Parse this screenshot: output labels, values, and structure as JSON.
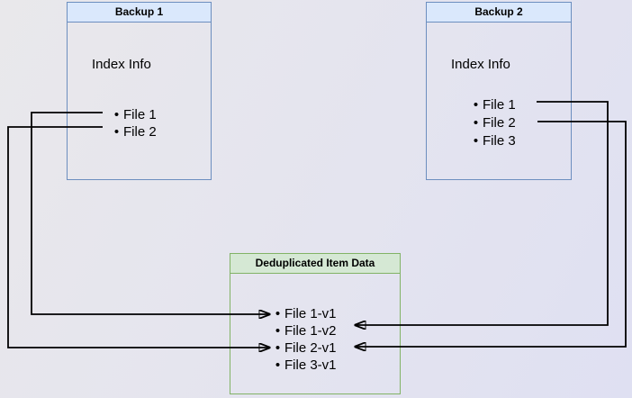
{
  "backup1": {
    "title": "Backup 1",
    "index_label": "Index Info",
    "files": [
      "File 1",
      "File 2"
    ]
  },
  "backup2": {
    "title": "Backup 2",
    "index_label": "Index Info",
    "files": [
      "File 1",
      "File 2",
      "File 3"
    ]
  },
  "dedup": {
    "title": "Deduplicated Item Data",
    "items": [
      "File 1-v1",
      "File 1-v2",
      "File 2-v1",
      "File 3-v1"
    ]
  },
  "connections": [
    {
      "from": "Backup 1 / File 1",
      "to": "File 1-v1"
    },
    {
      "from": "Backup 1 / File 2",
      "to": "File 2-v1"
    },
    {
      "from": "Backup 2 / File 1",
      "to": "File 1-v2"
    },
    {
      "from": "Backup 2 / File 2",
      "to": "File 2-v1"
    }
  ],
  "colors": {
    "bg_start": "#e9e8eb",
    "bg_end": "#dfe0f2",
    "blue_header": "#dae8fc",
    "blue_border": "#6c8ebf",
    "green_header": "#d5e8d4",
    "green_border": "#82b366",
    "arrow": "#000000"
  }
}
